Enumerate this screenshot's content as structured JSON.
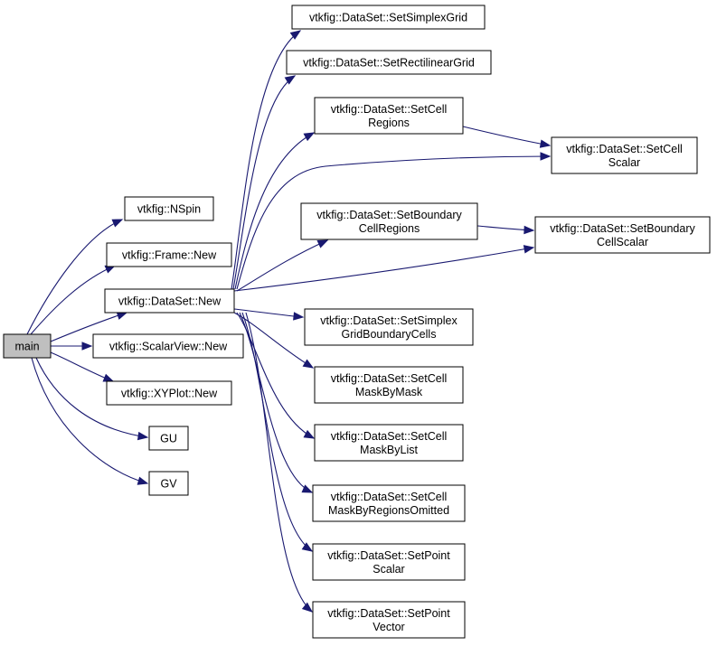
{
  "diagram": {
    "nodes": [
      {
        "id": "main",
        "lines": [
          "main"
        ],
        "root": true
      },
      {
        "id": "nspin",
        "lines": [
          "vtkfig::NSpin"
        ]
      },
      {
        "id": "frame_new",
        "lines": [
          "vtkfig::Frame::New"
        ]
      },
      {
        "id": "dataset_new",
        "lines": [
          "vtkfig::DataSet::New"
        ]
      },
      {
        "id": "scalarview_new",
        "lines": [
          "vtkfig::ScalarView::New"
        ]
      },
      {
        "id": "xyplot_new",
        "lines": [
          "vtkfig::XYPlot::New"
        ]
      },
      {
        "id": "gu",
        "lines": [
          "GU"
        ]
      },
      {
        "id": "gv",
        "lines": [
          "GV"
        ]
      },
      {
        "id": "set_simplex_grid",
        "lines": [
          "vtkfig::DataSet::SetSimplexGrid"
        ]
      },
      {
        "id": "set_rectilinear_grid",
        "lines": [
          "vtkfig::DataSet::SetRectilinearGrid"
        ]
      },
      {
        "id": "set_cell_regions",
        "lines": [
          "vtkfig::DataSet::SetCell",
          "Regions"
        ]
      },
      {
        "id": "set_cell_scalar",
        "lines": [
          "vtkfig::DataSet::SetCell",
          "Scalar"
        ]
      },
      {
        "id": "set_boundary_cell_regions",
        "lines": [
          "vtkfig::DataSet::SetBoundary",
          "CellRegions"
        ]
      },
      {
        "id": "set_boundary_cell_scalar",
        "lines": [
          "vtkfig::DataSet::SetBoundary",
          "CellScalar"
        ]
      },
      {
        "id": "set_simplex_grid_boundary_cells",
        "lines": [
          "vtkfig::DataSet::SetSimplex",
          "GridBoundaryCells"
        ]
      },
      {
        "id": "set_cell_mask_by_mask",
        "lines": [
          "vtkfig::DataSet::SetCell",
          "MaskByMask"
        ]
      },
      {
        "id": "set_cell_mask_by_list",
        "lines": [
          "vtkfig::DataSet::SetCell",
          "MaskByList"
        ]
      },
      {
        "id": "set_cell_mask_by_regions_omitted",
        "lines": [
          "vtkfig::DataSet::SetCell",
          "MaskByRegionsOmitted"
        ]
      },
      {
        "id": "set_point_scalar",
        "lines": [
          "vtkfig::DataSet::SetPoint",
          "Scalar"
        ]
      },
      {
        "id": "set_point_vector",
        "lines": [
          "vtkfig::DataSet::SetPoint",
          "Vector"
        ]
      }
    ],
    "edges": [
      {
        "from": "main",
        "to": "nspin"
      },
      {
        "from": "main",
        "to": "frame_new"
      },
      {
        "from": "main",
        "to": "dataset_new"
      },
      {
        "from": "main",
        "to": "scalarview_new"
      },
      {
        "from": "main",
        "to": "xyplot_new"
      },
      {
        "from": "main",
        "to": "gu"
      },
      {
        "from": "main",
        "to": "gv"
      },
      {
        "from": "dataset_new",
        "to": "set_simplex_grid"
      },
      {
        "from": "dataset_new",
        "to": "set_rectilinear_grid"
      },
      {
        "from": "dataset_new",
        "to": "set_cell_regions"
      },
      {
        "from": "dataset_new",
        "to": "set_cell_scalar"
      },
      {
        "from": "dataset_new",
        "to": "set_boundary_cell_regions"
      },
      {
        "from": "dataset_new",
        "to": "set_boundary_cell_scalar"
      },
      {
        "from": "dataset_new",
        "to": "set_simplex_grid_boundary_cells"
      },
      {
        "from": "dataset_new",
        "to": "set_cell_mask_by_mask"
      },
      {
        "from": "dataset_new",
        "to": "set_cell_mask_by_list"
      },
      {
        "from": "dataset_new",
        "to": "set_cell_mask_by_regions_omitted"
      },
      {
        "from": "dataset_new",
        "to": "set_point_scalar"
      },
      {
        "from": "dataset_new",
        "to": "set_point_vector"
      },
      {
        "from": "set_cell_regions",
        "to": "set_cell_scalar"
      },
      {
        "from": "set_boundary_cell_regions",
        "to": "set_boundary_cell_scalar"
      }
    ],
    "colors": {
      "edge": "#191970",
      "root_fill": "#bfbfbf",
      "node_fill": "#ffffff",
      "node_border": "#000000"
    }
  }
}
